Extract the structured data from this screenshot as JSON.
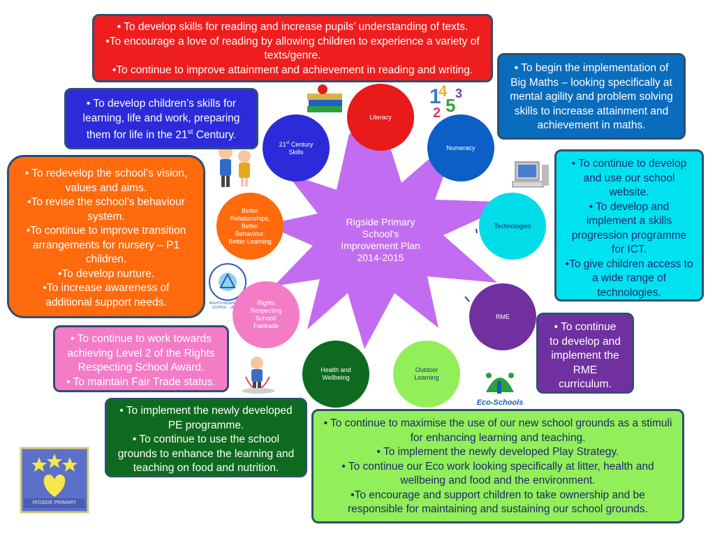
{
  "colors": {
    "literacy_box": "#ef1e1e",
    "cfe_box": "#2b2bd9",
    "numeracy_box": "#0a6cbc",
    "tech_box": "#00e2f0",
    "vision_box": "#ff6a0d",
    "rights_box": "#f47cc6",
    "rme_box": "#7030a0",
    "health_box": "#0e6a1e",
    "outdoor_box": "#92ef5a",
    "star": "#c26cf1"
  },
  "hub": {
    "lines": [
      "Rigside Primary",
      "School's",
      "Improvement Plan",
      "2014-2015"
    ]
  },
  "circles": {
    "literacy": "Literacy",
    "numeracy": "Numeracy",
    "technologies": "Technologies",
    "rme": "RME",
    "outdoor": [
      "Outdoor",
      "Learning"
    ],
    "health": [
      "Health and",
      "Wellbeing"
    ],
    "rights": [
      "Rights",
      "Respecting",
      "School/",
      "Fairtrade"
    ],
    "relationships": [
      "Better",
      "Relationships,",
      "Better",
      "Behaviour,",
      "Better Learning"
    ],
    "skills21": [
      "21",
      "st",
      " Century",
      "Skills"
    ]
  },
  "boxes": {
    "literacy": [
      "• To develop skills for reading and increase pupils’ understanding of texts.",
      "•To encourage a love of reading by allowing children to experience a variety of",
      "texts/genre.",
      "•To continue to improve attainment and achievement in reading and writing."
    ],
    "cfe": [
      "• To develop children’s skills for",
      "learning, life and work, preparing"
    ],
    "cfe_last": {
      "before": "them for life in the 21",
      "sup": "st",
      "after": " Century."
    },
    "numeracy": [
      "• To begin the implementation of",
      "Big Maths – looking specifically at",
      "mental agility and problem solving",
      "skills to increase attainment and",
      "achievement in maths."
    ],
    "technologies": [
      "• To continue to develop",
      "and use our school",
      "website.",
      "• To develop and",
      "implement a skills",
      "progression programme",
      "for ICT.",
      "•To give children access to",
      "a wide range of",
      "technologies."
    ],
    "vision": [
      "• To redevelop the school’s vision,",
      "values and aims.",
      "•To revise the school’s behaviour",
      "system.",
      "•To continue to improve transition",
      "arrangements  for nursery – P1",
      "children.",
      "•To develop nurture.",
      "•To increase awareness of",
      "additional support needs."
    ],
    "rights": [
      "• To continue to work towards",
      "achieving Level 2 of the Rights",
      "Respecting School Award.",
      "• To maintain Fair Trade status."
    ],
    "rme": [
      "• To continue",
      "to develop and",
      "implement the",
      "RME",
      "curriculum."
    ],
    "health": [
      "• To  implement the newly developed",
      "PE programme.",
      "• To continue to use the school",
      "grounds to enhance the learning and",
      "teaching on food and nutrition."
    ],
    "outdoor": [
      "• To continue to maximise the use of our new school grounds as a stimuli",
      "for enhancing learning and teaching.",
      "• To implement the newly developed Play Strategy.",
      "• To continue our Eco work looking specifically at litter, health and",
      "wellbeing and food and the environment.",
      "•To encourage and support children to take ownership and be",
      "responsible for maintaining and sustaining our school grounds."
    ]
  },
  "logos": {
    "rrsa": "RIGHTS RESPECTING SCHOOL · UNICEF",
    "eco": "Eco-Schools",
    "crest": "RIGSIDE PRIMARY"
  }
}
